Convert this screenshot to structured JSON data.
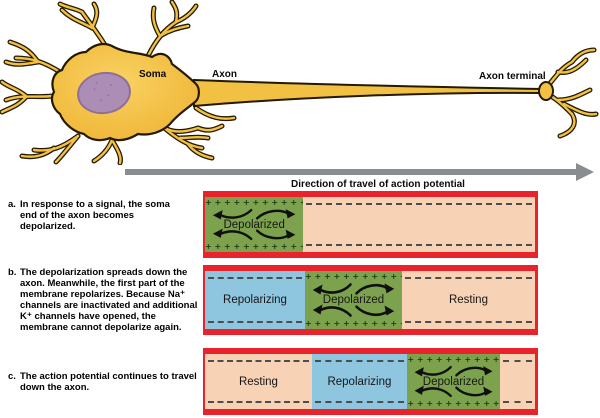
{
  "figure": {
    "neuron_labels": {
      "soma": "Soma",
      "axon": "Axon",
      "axon_terminal": "Axon terminal"
    },
    "direction_label": "Direction of travel of action potential"
  },
  "colors": {
    "background": "#ffffff",
    "membrane_red": "#e8232b",
    "depolarized_green": "#7ca24e",
    "resting_peach": "#f8d2b4",
    "repolarizing_blue": "#8dc6de",
    "plus_sign": "#1e3a14",
    "dash_gray": "#4d4d4d",
    "arrow_gray": "#8a8d8f",
    "neuron_yellow": "#f2c043",
    "nucleus_purple": "#ac8db5"
  },
  "panels": [
    {
      "letter": "a.",
      "text": "In response to a signal, the soma end of the axon becomes depolarized.",
      "segments": [
        {
          "state": "depolarized",
          "label": "Depolarized",
          "width_pct": 29.8,
          "plus_row": "+ + + + + + + + + + +"
        },
        {
          "state": "resting",
          "label": "",
          "width_pct": 70.2
        }
      ]
    },
    {
      "letter": "b.",
      "text": "The depolarization spreads down the axon. Meanwhile, the first part of the membrane repolarizes. Because Na⁺ channels are inactivated and additional K⁺ channels have opened, the membrane cannot depolarize again.",
      "segments": [
        {
          "state": "repolarizing",
          "label": "Repolarizing",
          "width_pct": 30.3
        },
        {
          "state": "depolarized",
          "label": "Depolarized",
          "width_pct": 29.4,
          "plus_row": "+ + + + + + + + + + +"
        },
        {
          "state": "resting",
          "label": "Resting",
          "width_pct": 40.3
        }
      ]
    },
    {
      "letter": "c.",
      "text": "The action potential continues to travel down the axon.",
      "segments": [
        {
          "state": "resting",
          "label": "Resting",
          "width_pct": 32.4
        },
        {
          "state": "repolarizing",
          "label": "Repolarizing",
          "width_pct": 28.8
        },
        {
          "state": "depolarized",
          "label": "Depolarized",
          "width_pct": 28.2,
          "plus_row": "+ + + + + + + + + +"
        },
        {
          "state": "resting",
          "label": "",
          "width_pct": 10.6
        }
      ]
    }
  ]
}
